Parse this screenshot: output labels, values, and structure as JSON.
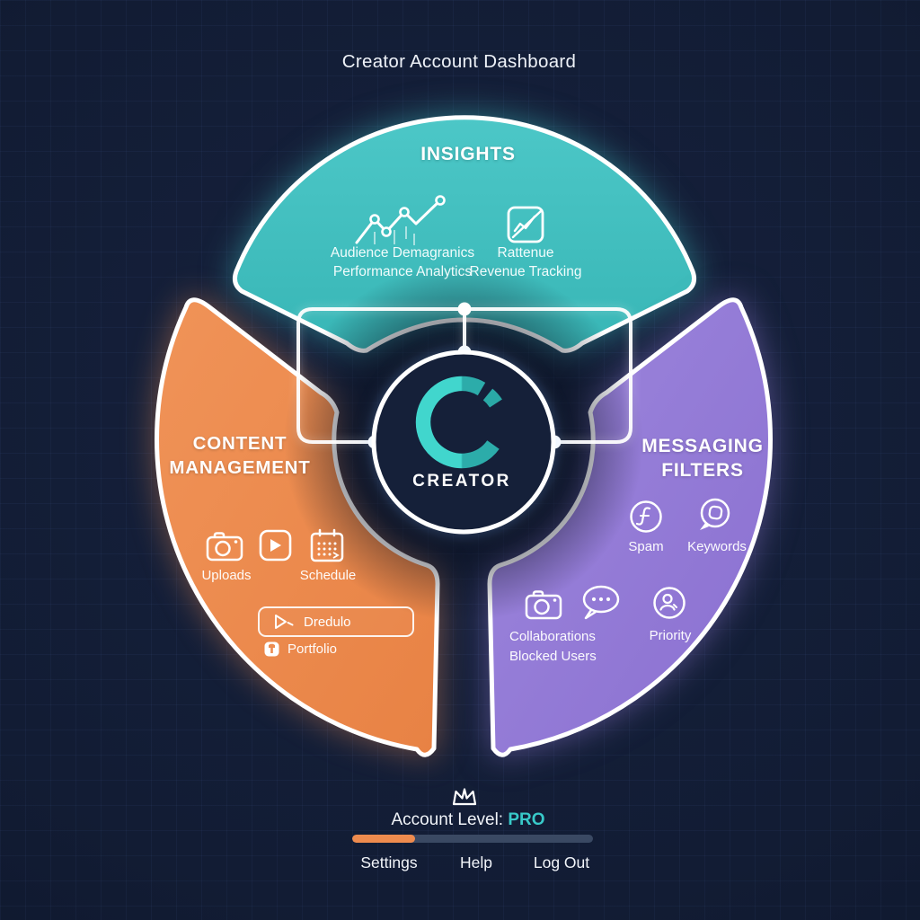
{
  "header": {
    "title": "Creator Account Dashboard"
  },
  "insights": {
    "title": "INSIGHTS",
    "analytics_caption_line1": "Audience Demagranics",
    "analytics_caption_line2": "Performance Analytics",
    "revenue_caption_line1": "Rattenue",
    "revenue_caption_line2": "Revenue Tracking"
  },
  "content_management": {
    "title_line1": "CONTENT",
    "title_line2": "MANAGEMENT",
    "uploads_label": "Uploads",
    "schedule_label": "Schedule",
    "drafts_button_label": "Dredulo",
    "portfolio_label": "Portfolio"
  },
  "messaging_filters": {
    "title_line1": "MESSAGING",
    "title_line2": "FILTERS",
    "spam_label": "Spam",
    "keywords_label": "Keywords",
    "collaborations_line1": "Collaborations",
    "collaborations_line2": "Blocked Users",
    "priority_label": "Priority"
  },
  "center": {
    "brand_label": "CREATOR"
  },
  "footer": {
    "account_level_label": "Account Level:",
    "account_level_value": "PRO",
    "progress_percent": 26,
    "nav": [
      {
        "label": "Settings"
      },
      {
        "label": "Help"
      },
      {
        "label": "Log Out"
      }
    ]
  },
  "colors": {
    "background_navy": "#111a2f",
    "insights_teal": "#40bfbf",
    "content_orange": "#ed8b4f",
    "messaging_purple": "#947cd8",
    "accent_teal": "#38c9c9",
    "progress_orange": "#ee8b4e"
  }
}
